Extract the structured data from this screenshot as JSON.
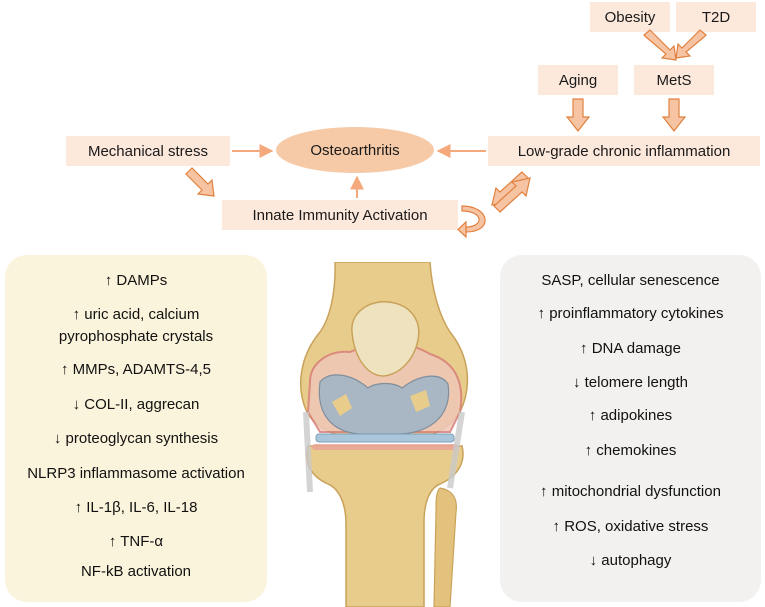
{
  "colors": {
    "box_fill": "#fde8dc",
    "ellipse_fill": "#f6caa7",
    "arrow_fill": "#f4a97c",
    "arrow_stroke": "#e0813f",
    "left_panel_fill": "#fbf4dc",
    "right_panel_fill": "#f2f1ef"
  },
  "nodes": {
    "obesity": "Obesity",
    "t2d": "T2D",
    "aging": "Aging",
    "mets": "MetS",
    "mechanical_stress": "Mechanical stress",
    "osteoarthritis": "Osteoarthritis",
    "low_grade_inflammation": "Low-grade chronic inflammation",
    "innate_immunity": "Innate Immunity Activation"
  },
  "left_panel": {
    "items": [
      "↑ DAMPs",
      "↑ uric acid, calcium",
      "pyrophosphate crystals",
      "↑ MMPs, ADAMTS-4,5",
      "↓ COL-II, aggrecan",
      "↓ proteoglycan synthesis",
      "NLRP3 inflammasome activation",
      "↑ IL-1β, IL-6, IL-18",
      "↑ TNF-α",
      "NF-kB activation"
    ]
  },
  "right_panel": {
    "items": [
      "SASP, cellular senescence",
      "↑ proinflammatory cytokines",
      "↑ DNA damage",
      "↓ telomere length",
      "↑ adipokines",
      "↑ chemokines",
      "↑ mitochondrial dysfunction",
      "↑ ROS, oxidative stress",
      "↓ autophagy"
    ]
  },
  "illustration": "knee-joint"
}
